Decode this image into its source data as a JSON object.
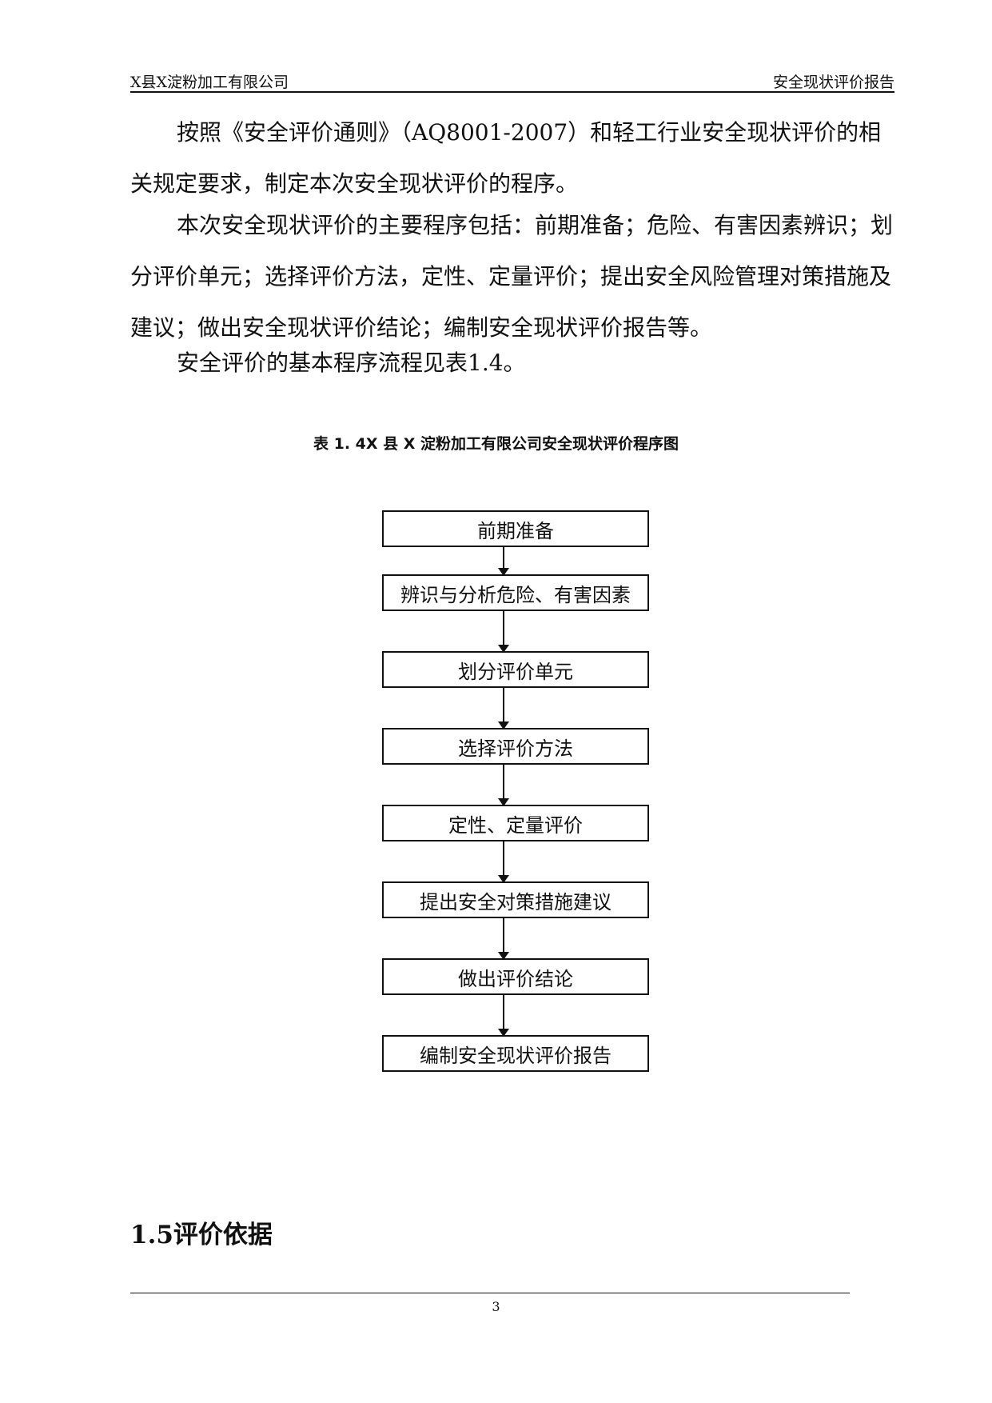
{
  "header": {
    "company": "X县X淀粉加工有限公司",
    "report_title": "安全现状评价报告"
  },
  "body": {
    "paragraph_1": "按照《安全评价通则》（AQ8001-2007）和轻工行业安全现状评价的相关规定要求，制定本次安全现状评价的程序。",
    "paragraph_2": "本次安全现状评价的主要程序包括：前期准备；危险、有害因素辨识；划分评价单元；选择评价方法，定性、定量评价；提出安全风险管理对策措施及建议；做出安全现状评价结论；编制安全现状评价报告等。",
    "paragraph_3": "安全评价的基本程序流程见表1.4。"
  },
  "figure": {
    "caption": "表 1. 4X 县 X 淀粉加工有限公司安全现状评价程序图",
    "steps": [
      "前期准备",
      "辨识与分析危险、有害因素",
      "划分评价单元",
      "选择评价方法",
      "定性、定量评价",
      "提出安全对策措施建议",
      "做出评价结论",
      "编制安全现状评价报告"
    ]
  },
  "section": {
    "title": "1.5评价依据"
  },
  "footer": {
    "page_number": "3"
  }
}
